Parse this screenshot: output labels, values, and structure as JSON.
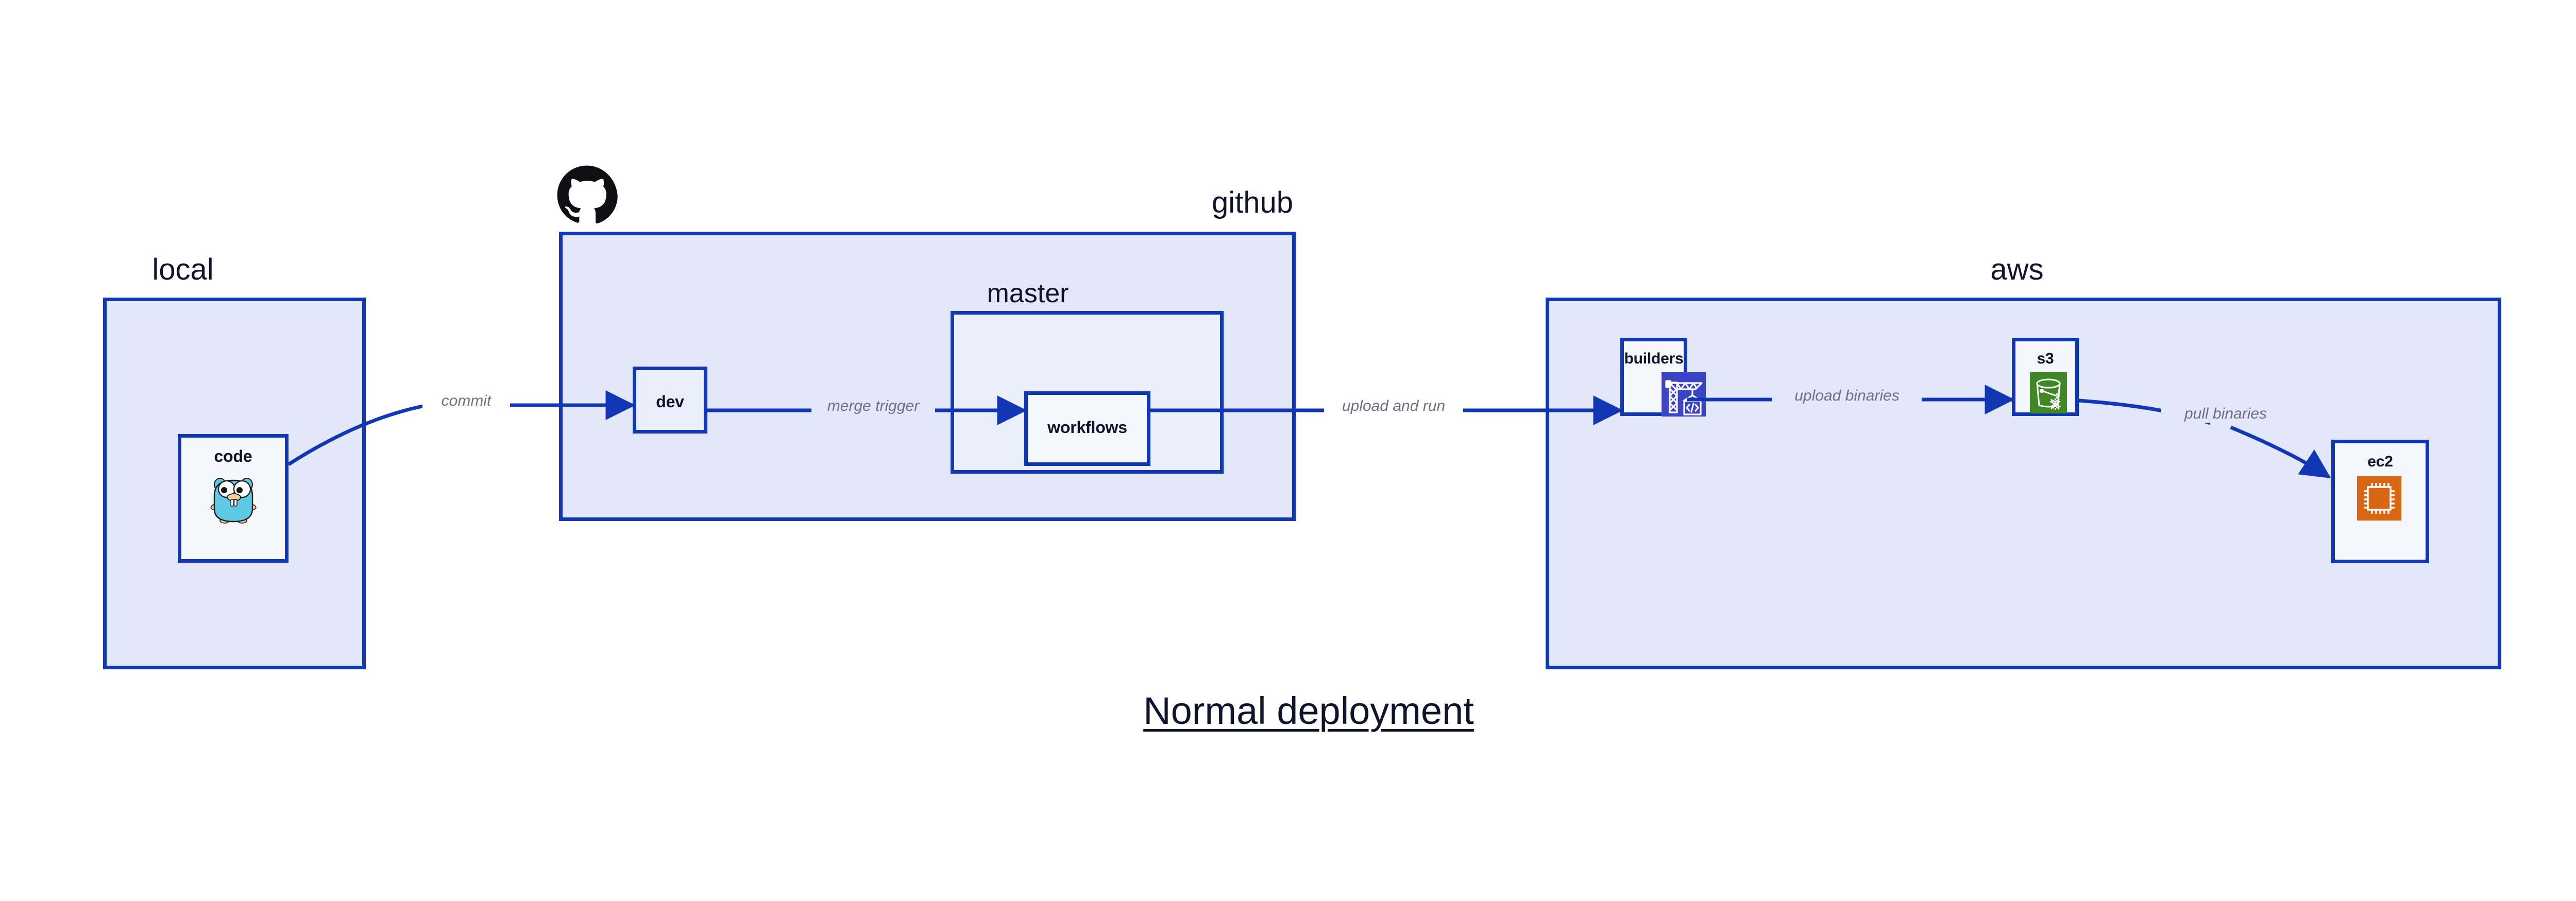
{
  "diagram": {
    "title": "Normal deployment",
    "groups": [
      {
        "id": "local",
        "label": "local"
      },
      {
        "id": "github",
        "label": "github"
      },
      {
        "id": "master",
        "label": "master"
      },
      {
        "id": "aws",
        "label": "aws"
      }
    ],
    "nodes": [
      {
        "id": "code",
        "label": "code",
        "icon": "go-gopher-icon"
      },
      {
        "id": "dev",
        "label": "dev",
        "icon": "none"
      },
      {
        "id": "workflows",
        "label": "workflows",
        "icon": "none"
      },
      {
        "id": "builders",
        "label": "builders",
        "icon": "aws-builders-crane-icon"
      },
      {
        "id": "s3",
        "label": "s3",
        "icon": "aws-s3-bucket-icon"
      },
      {
        "id": "ec2",
        "label": "ec2",
        "icon": "aws-ec2-chip-icon"
      }
    ],
    "edges": [
      {
        "id": "commit",
        "label": "commit",
        "from": "code",
        "to": "dev"
      },
      {
        "id": "merge-trigger",
        "label": "merge trigger",
        "from": "dev",
        "to": "workflows"
      },
      {
        "id": "upload-and-run",
        "label": "upload and run",
        "from": "workflows",
        "to": "builders"
      },
      {
        "id": "upload-binaries",
        "label": "upload binaries",
        "from": "builders",
        "to": "s3"
      },
      {
        "id": "pull-binaries",
        "label": "pull binaries",
        "from": "s3",
        "to": "ec2"
      }
    ],
    "logos": [
      {
        "id": "github-logo",
        "icon": "github-octocat-icon"
      }
    ],
    "colors": {
      "border": "#1137b4",
      "group_fill": "#e2e8fa",
      "subgroup_fill": "#eaeffb",
      "node_fill": "#f5f7fd",
      "edge_line": "#1137b4",
      "edge_label_text": "#6a7183",
      "heading_text": "#10132b",
      "gopher_body": "#5dc9e2",
      "builders_tile": "#3b44c4",
      "s3_tile": "#3f8624",
      "ec2_tile": "#d86613",
      "github_logo": "#0f0f14"
    }
  }
}
